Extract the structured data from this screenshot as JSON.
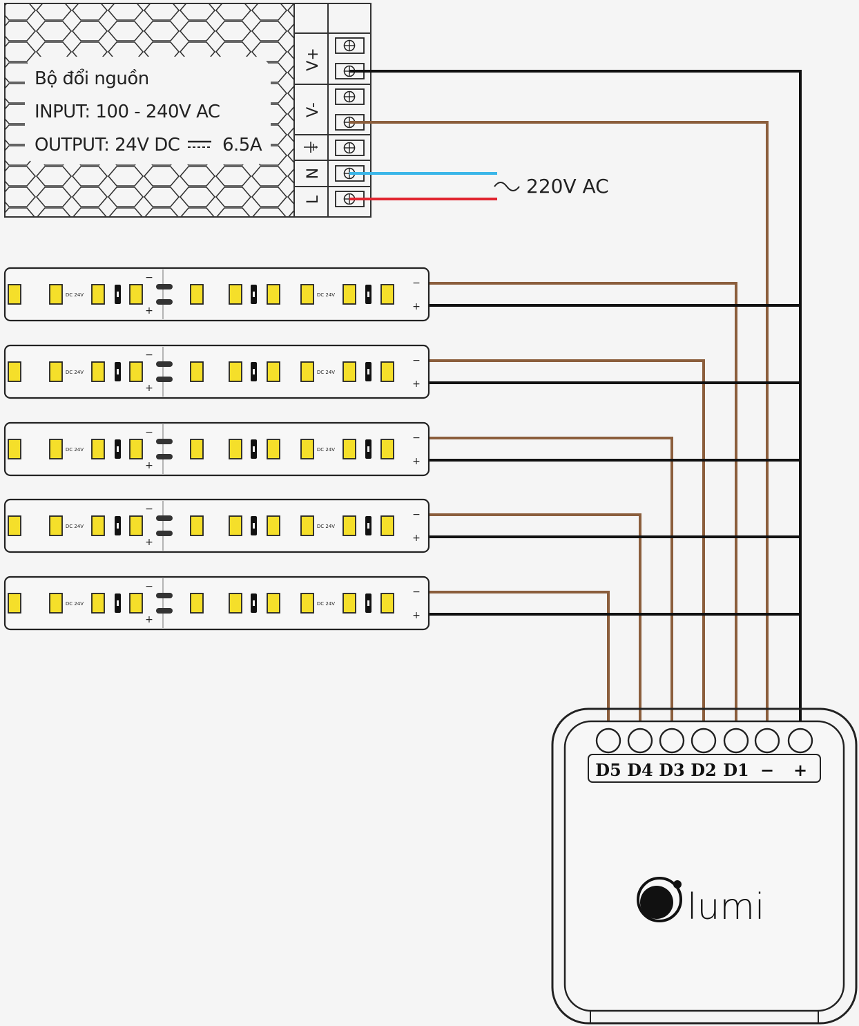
{
  "psu": {
    "title": "Bộ đổi nguồn",
    "input": "INPUT: 100 - 240V AC",
    "output_prefix": "OUTPUT: 24V DC",
    "output_current": "6.5A",
    "terminals": [
      "V+",
      "V-",
      "N",
      "L"
    ]
  },
  "ac": {
    "label": "220V AC"
  },
  "strip": {
    "label": "DC 24V",
    "minus": "−",
    "plus": "+"
  },
  "controller": {
    "terminals": [
      "D5",
      "D4",
      "D3",
      "D2",
      "D1",
      "−",
      "+"
    ],
    "logo": "lumi"
  },
  "colors": {
    "background": "#f5f5f5",
    "outline": "#222222",
    "wire_positive": "#111111",
    "wire_negative": "#8b5e3c",
    "wire_neutral": "#3bb6e8",
    "wire_live": "#e0242f",
    "led_chip": "#f5df2a"
  }
}
